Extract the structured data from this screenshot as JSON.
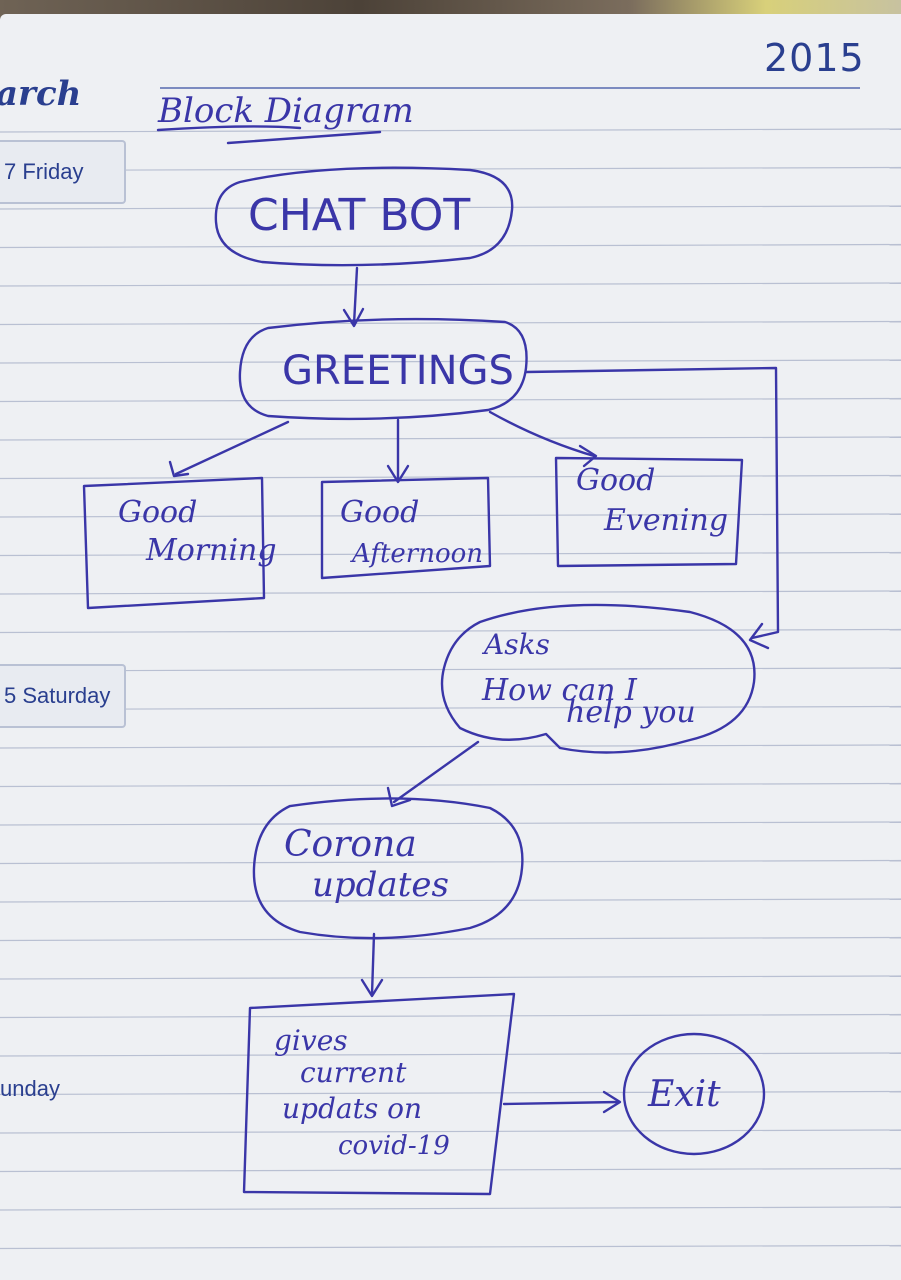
{
  "planner": {
    "month": "arch",
    "year": "2015",
    "days": [
      "7 Friday",
      "5 Saturday",
      "unday"
    ]
  },
  "diagram": {
    "heading": "Block Diagram",
    "nodes": {
      "chatbot": "CHAT BOT",
      "greetings": "GREETINGS",
      "good_morning": [
        "Good",
        "Morning"
      ],
      "good_afternoon": [
        "Good",
        "Afternoon"
      ],
      "good_evening": [
        "Good",
        "Evening"
      ],
      "asks": [
        "Asks",
        "How can I",
        "help you"
      ],
      "corona": [
        "Corona",
        "updates"
      ],
      "gives": [
        "gives",
        "current",
        "updats on",
        "covid-19"
      ],
      "exit": "Exit"
    }
  },
  "colors": {
    "ink": "#3a36a8",
    "print": "#2a3f8f",
    "rule": "#b5bdd0"
  }
}
